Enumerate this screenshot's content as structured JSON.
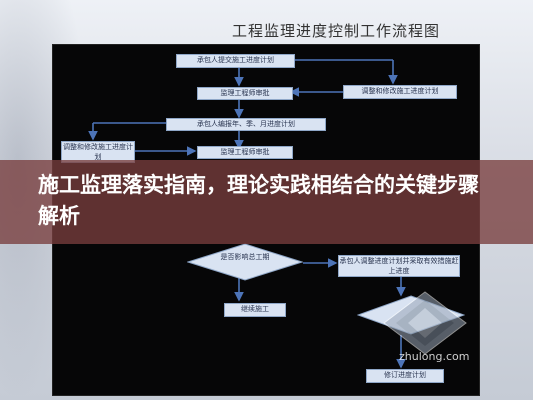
{
  "doc_title": "工程监理进度控制工作流程图",
  "banner_title": "施工监理落实指南，理论实践相结合的关键步骤解析",
  "flowchart": {
    "box_contractor_plan": "承包人提交施工进度计划",
    "box_adjust_modify": "调整和修改施工进度计划",
    "box_engineer_review": "监理工程师审批",
    "box_contractor_periodic": "承包人编报年、季、月进度计划",
    "box_left_adjust": "调整和修改施工进度计划",
    "box_engineer_review_2": "监理工程师审批",
    "diamond_delay": "是否影响总工期",
    "box_contractor_measures": "承包人调整进度计划并采取有效措施赶上进度",
    "box_continue": "继续施工",
    "box_revise_plan": "修订进度计划"
  },
  "watermark": {
    "site": "zhulong.com",
    "icon": "zhulong-logo-icon"
  },
  "colors": {
    "board": "#060607",
    "box_fill": "#d9e3f2",
    "arrow": "#4d74b8",
    "banner": "#783e3e"
  }
}
